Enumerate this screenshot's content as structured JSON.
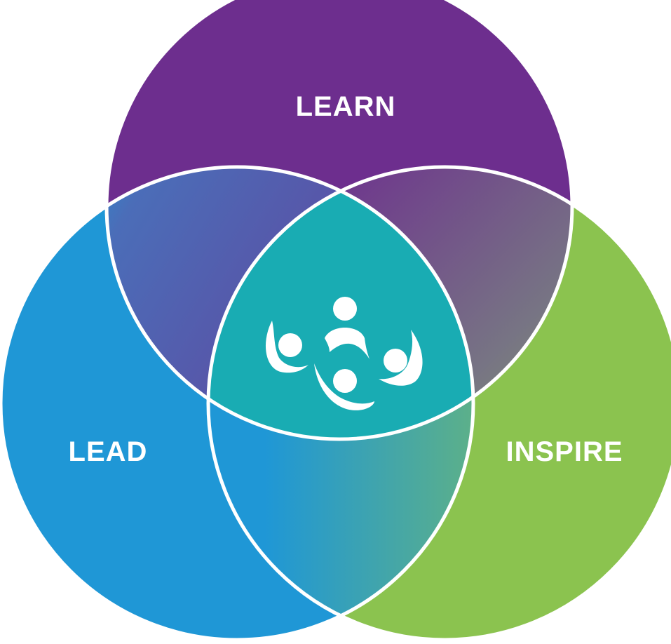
{
  "diagram": {
    "circles": [
      {
        "id": "learn",
        "label": "LEARN",
        "color": "#6D2E8E"
      },
      {
        "id": "lead",
        "label": "LEAD",
        "color": "#1F97D6"
      },
      {
        "id": "inspire",
        "label": "INSPIRE",
        "color": "#8BC34F"
      }
    ],
    "center_color": "#19ACB3",
    "outline_color": "#ffffff",
    "center_icon": "three-people-circle-icon"
  }
}
